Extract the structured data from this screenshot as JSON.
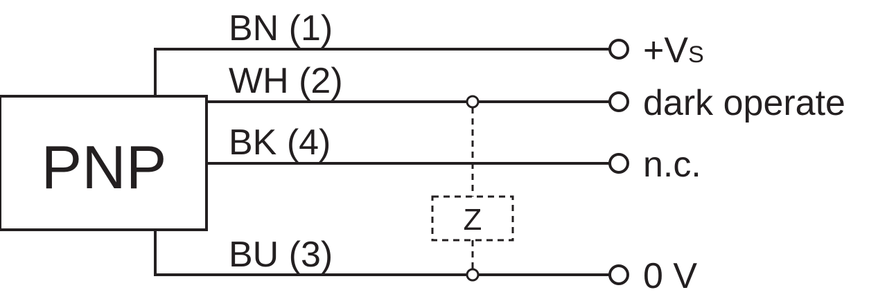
{
  "diagram": {
    "block_label": "PNP",
    "load_label": "Z",
    "wires": [
      {
        "id": "bn",
        "label": "BN (1)",
        "terminal": {
          "main": "+V",
          "sub": "S"
        }
      },
      {
        "id": "wh",
        "label": "WH (2)",
        "terminal": {
          "main": "dark operate",
          "sub": ""
        }
      },
      {
        "id": "bk",
        "label": "BK (4)",
        "terminal": {
          "main": "n.c.",
          "sub": ""
        }
      },
      {
        "id": "bu",
        "label": "BU (3)",
        "terminal": {
          "main": "0 V",
          "sub": ""
        }
      }
    ]
  },
  "colors": {
    "ink": "#231f20",
    "background": "#ffffff"
  }
}
